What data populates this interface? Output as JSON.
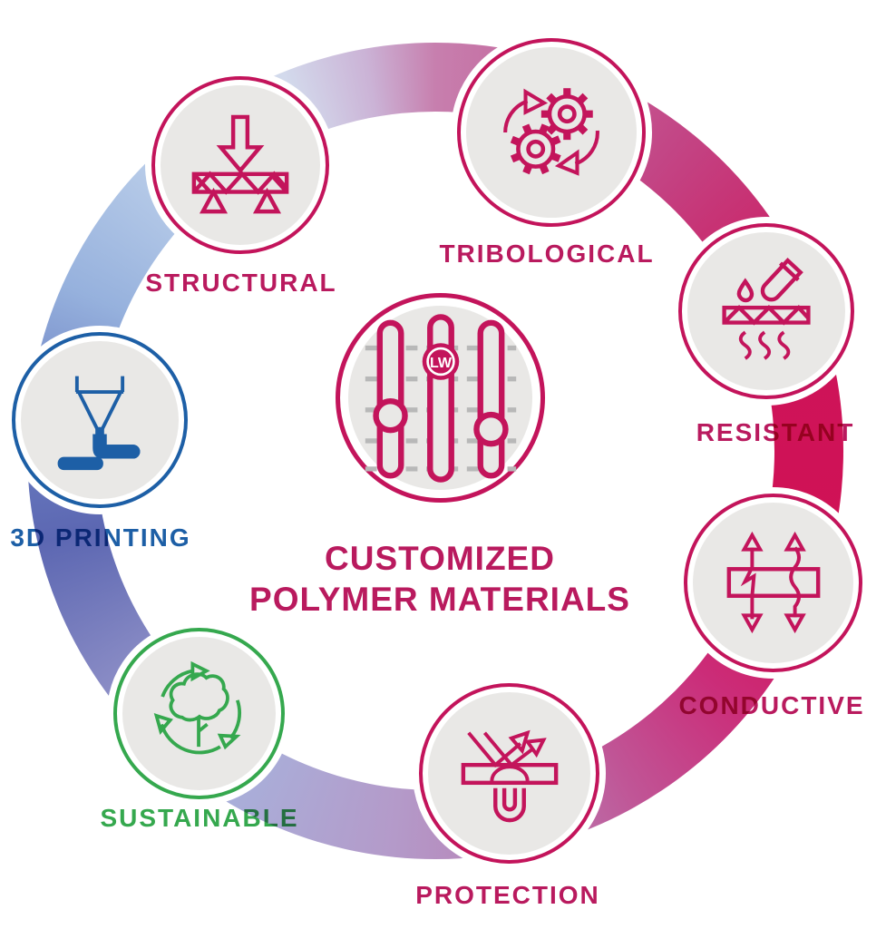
{
  "center": {
    "title_line1": "CUSTOMIZED",
    "title_line2": "POLYMER MATERIALS",
    "logo_text": "LW",
    "icon": "sliders-icon"
  },
  "nodes": {
    "structural": {
      "label": "STRUCTURAL",
      "icon": "truss-load-icon",
      "color": "#c3145b"
    },
    "tribological": {
      "label": "TRIBOLOGICAL",
      "icon": "gears-icon",
      "color": "#c3145b"
    },
    "resistant": {
      "label": "RESISTANT",
      "icon": "chemical-heat-icon",
      "color": "#c3145b"
    },
    "conductive": {
      "label": "CONDUCTIVE",
      "icon": "current-through-plate-icon",
      "color": "#c3145b"
    },
    "protection": {
      "label": "PROTECTION",
      "icon": "shielding-magnet-icon",
      "color": "#c3145b"
    },
    "sustainable": {
      "label": "SUSTAINABLE",
      "icon": "tree-recycle-icon",
      "color": "#35a84e"
    },
    "printing3d": {
      "label": "3D PRINTING",
      "icon": "printer-nozzle-icon",
      "color": "#1d5fa6"
    }
  },
  "colors": {
    "crimson": "#c3145b",
    "crimson_text": "#b91a5e",
    "green": "#35a84e",
    "blue": "#1d5fa6",
    "node_fill": "#e9e8e6",
    "ring_crimson": "#d01155",
    "ring_mauve": "#c77fae",
    "ring_periwinkle": "#a9aed9",
    "ring_blueviolet": "#5c67b2",
    "ring_lightblue": "#bccfea"
  }
}
